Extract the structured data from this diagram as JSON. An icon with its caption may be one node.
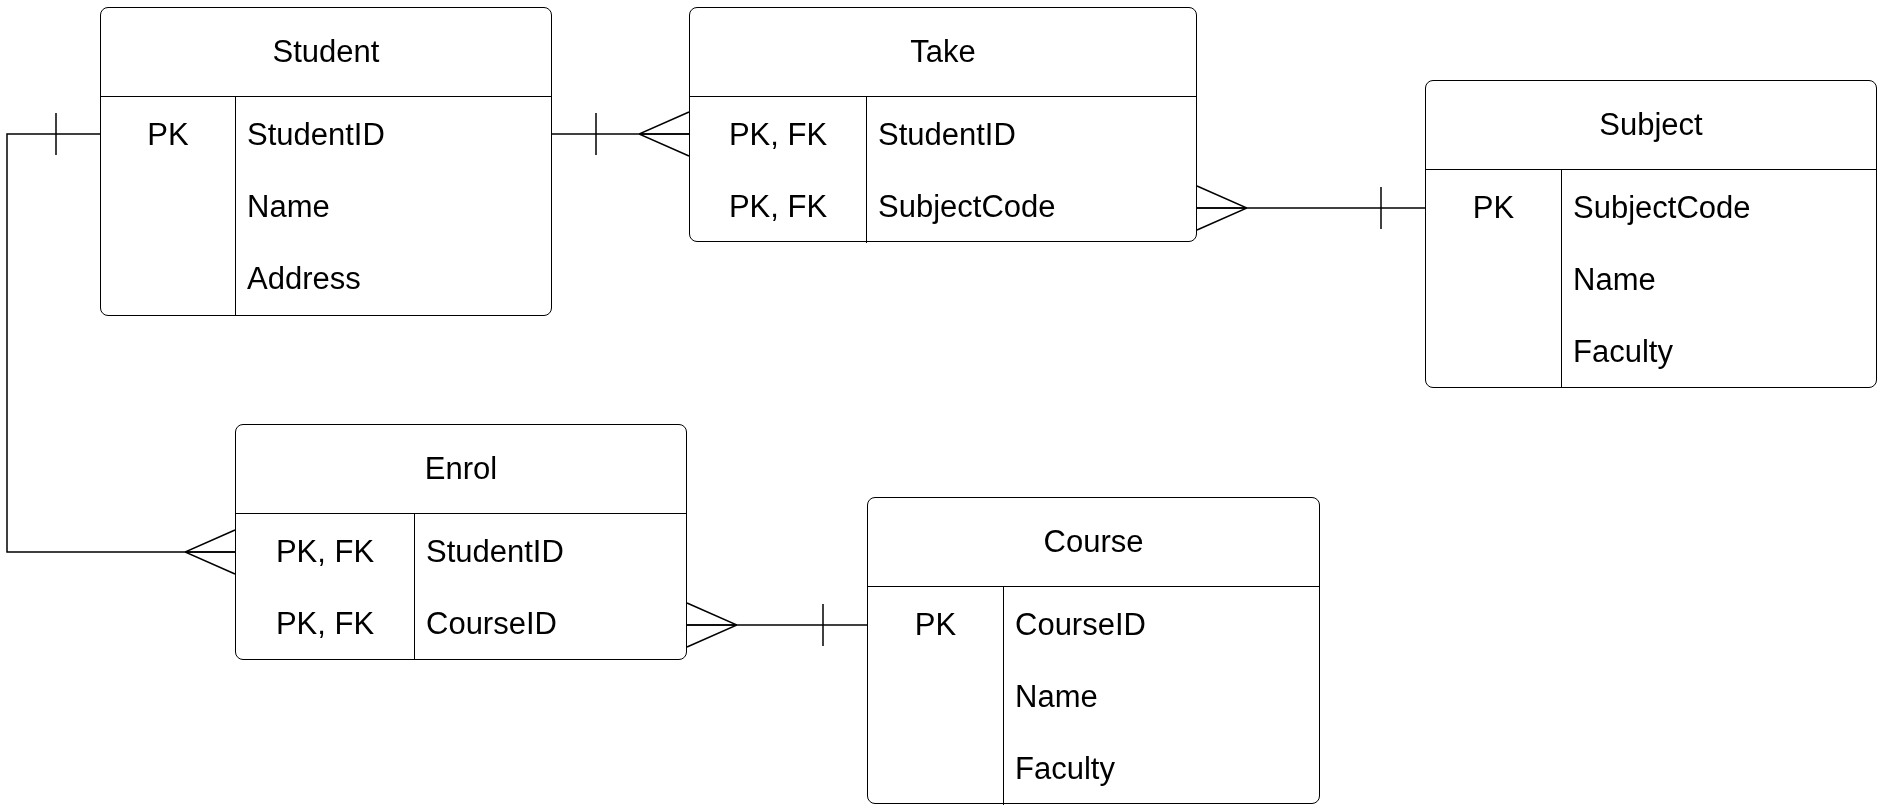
{
  "diagram": {
    "nodes": [
      {
        "text": [
          "Student"
        ]
      },
      {
        "text": [
          "PK"
        ],
        "in": 0
      },
      {
        "text": [
          "StudentID",
          "Name",
          "Address"
        ],
        "in": 0
      },
      {
        "text": [
          "Take"
        ]
      },
      {
        "text": [
          "PK, FK",
          "PK, FK"
        ],
        "in": 3
      },
      {
        "text": [
          "StudentID",
          "SubjectCode"
        ],
        "in": 3
      },
      {
        "text": [
          "Subject"
        ]
      },
      {
        "text": [
          "PK"
        ],
        "in": 6
      },
      {
        "text": [
          "SubjectCode",
          "Name",
          "Faculty"
        ],
        "in": 6
      },
      {
        "text": [
          "Enrol"
        ]
      },
      {
        "text": [
          "PK, FK",
          "PK, FK"
        ],
        "in": 9
      },
      {
        "text": [
          "StudentID",
          "CourseID"
        ],
        "in": 9
      },
      {
        "text": [
          "Course"
        ]
      },
      {
        "text": [
          "PK"
        ],
        "in": 12
      },
      {
        "text": [
          "CourseID",
          "Name",
          "Faculty"
        ],
        "in": 12
      }
    ],
    "edges": [
      {
        "from": 0,
        "to": 3,
        "arrow": "other"
      },
      {
        "from": 6,
        "to": 3,
        "arrow": "other"
      },
      {
        "from": 0,
        "to": 9,
        "arrow": "other"
      },
      {
        "from": 12,
        "to": 9,
        "arrow": "other"
      }
    ]
  }
}
